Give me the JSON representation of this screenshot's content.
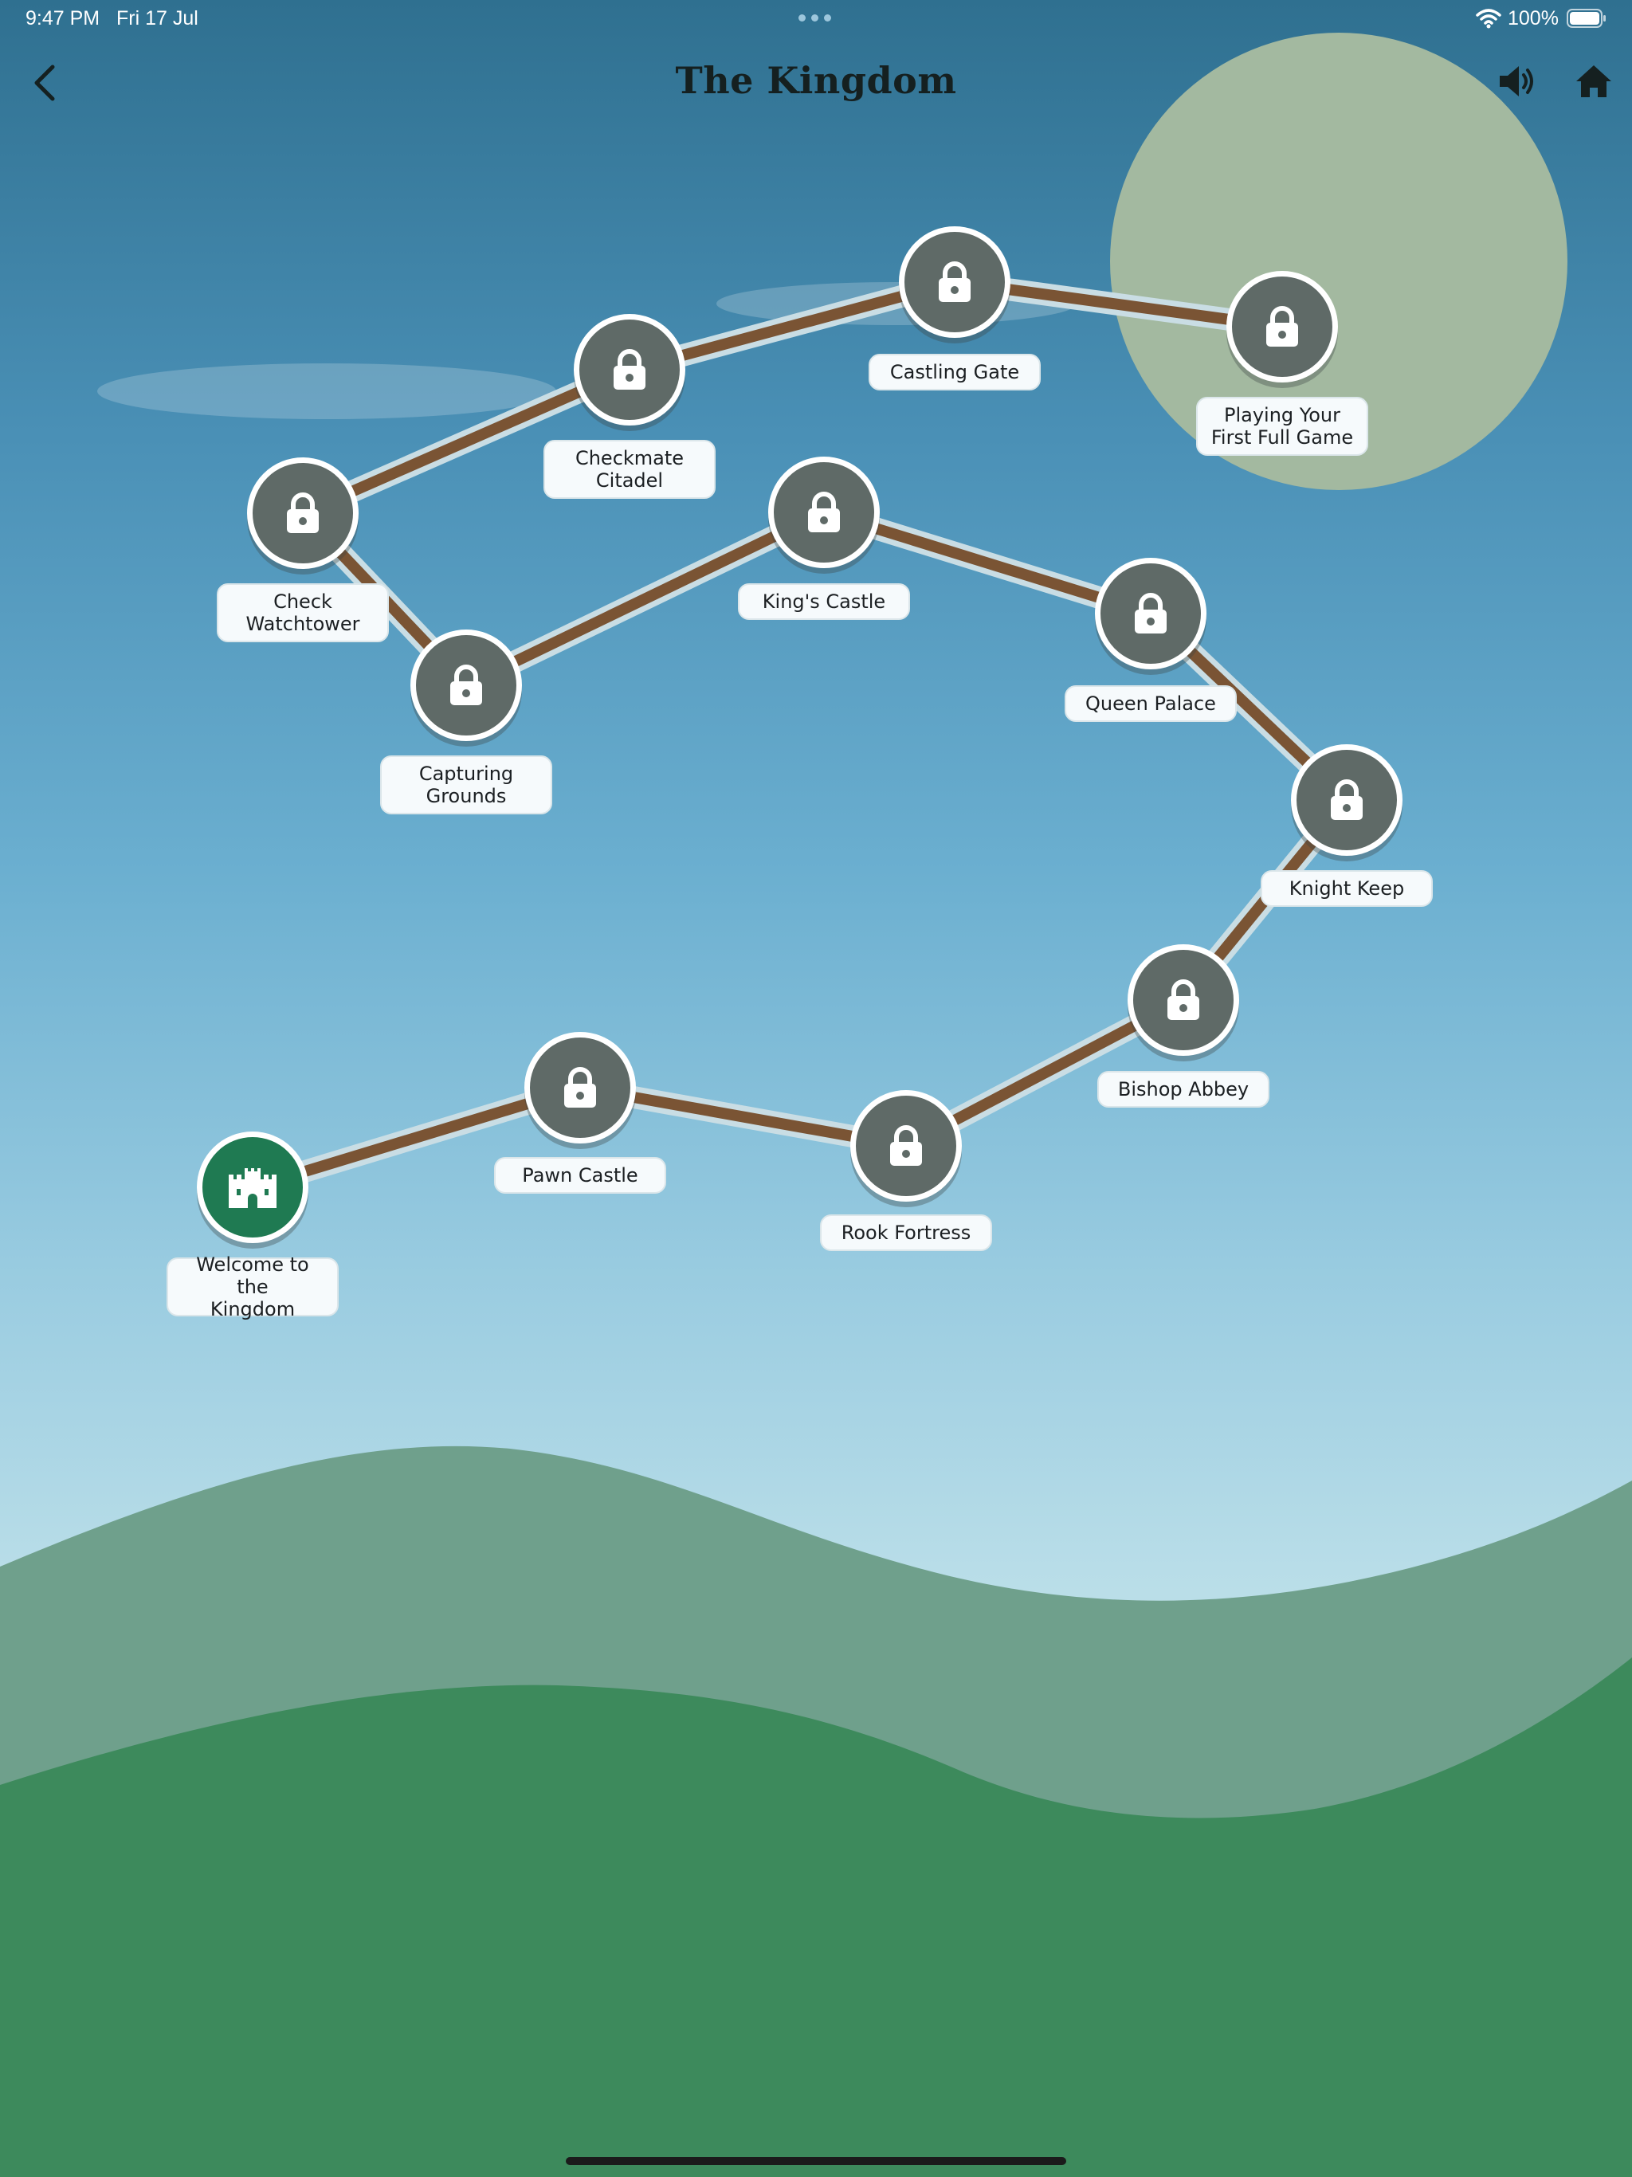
{
  "status_bar": {
    "time": "9:47 PM",
    "date": "Fri 17 Jul",
    "battery": "100%",
    "icons": [
      "multitask-dots-icon",
      "wifi-icon",
      "battery-icon"
    ]
  },
  "header": {
    "title": "The Kingdom",
    "icons": [
      "back-chevron-icon",
      "speaker-icon",
      "home-icon"
    ]
  },
  "colors": {
    "locked_node": "#5f6a67",
    "unlocked_node": "#1f7a52",
    "path": "#7a5434",
    "path_edge": "#c9dde4",
    "moon": "#a3b9a0",
    "hill_back": "#6fa08c",
    "hill_front": "#3d8a5c"
  },
  "levels": [
    {
      "id": "welcome",
      "label": "Welcome to the\nKingdom",
      "state": "unlocked",
      "icon": "castle-icon"
    },
    {
      "id": "pawn-castle",
      "label": "Pawn Castle",
      "state": "locked",
      "icon": "lock-icon"
    },
    {
      "id": "rook-fortress",
      "label": "Rook Fortress",
      "state": "locked",
      "icon": "lock-icon"
    },
    {
      "id": "bishop-abbey",
      "label": "Bishop Abbey",
      "state": "locked",
      "icon": "lock-icon"
    },
    {
      "id": "knight-keep",
      "label": "Knight Keep",
      "state": "locked",
      "icon": "lock-icon"
    },
    {
      "id": "queen-palace",
      "label": "Queen Palace",
      "state": "locked",
      "icon": "lock-icon"
    },
    {
      "id": "kings-castle",
      "label": "King's Castle",
      "state": "locked",
      "icon": "lock-icon"
    },
    {
      "id": "capturing-grounds",
      "label": "Capturing\nGrounds",
      "state": "locked",
      "icon": "lock-icon"
    },
    {
      "id": "check-watchtower",
      "label": "Check\nWatchtower",
      "state": "locked",
      "icon": "lock-icon"
    },
    {
      "id": "checkmate-citadel",
      "label": "Checkmate\nCitadel",
      "state": "locked",
      "icon": "lock-icon"
    },
    {
      "id": "castling-gate",
      "label": "Castling Gate",
      "state": "locked",
      "icon": "lock-icon"
    },
    {
      "id": "first-full-game",
      "label": "Playing Your\nFirst Full Game",
      "state": "locked",
      "icon": "lock-icon"
    }
  ]
}
